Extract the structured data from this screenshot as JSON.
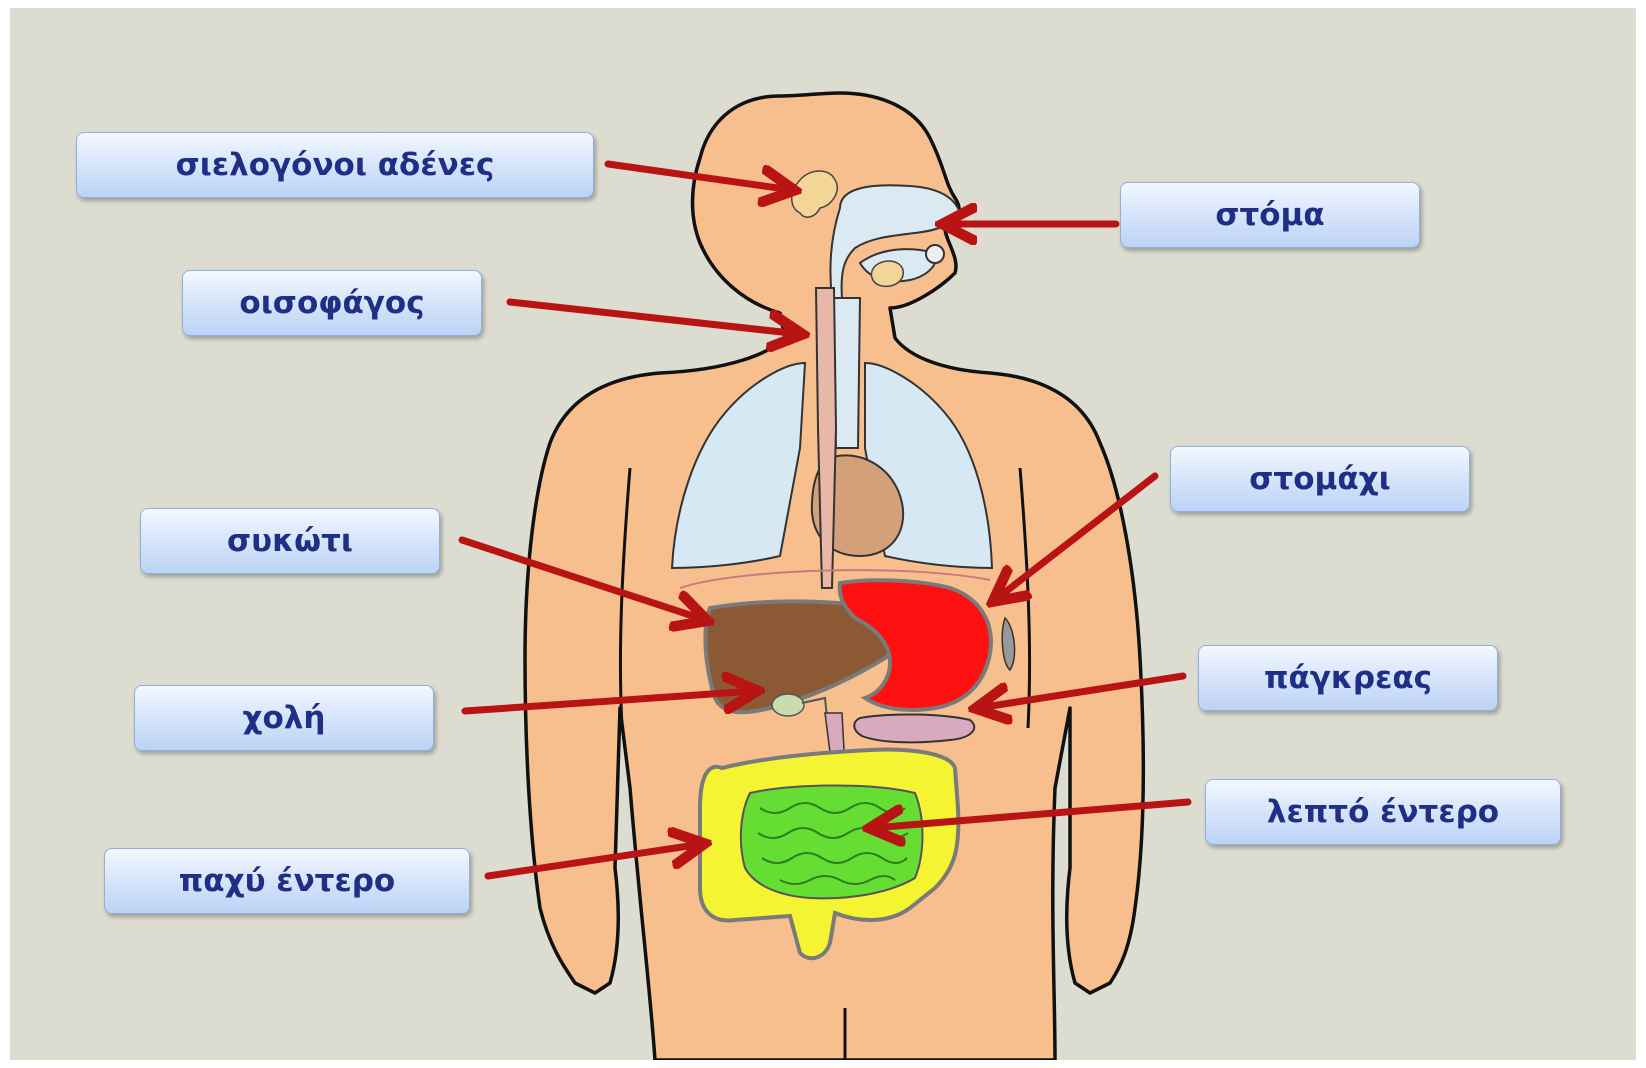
{
  "labels": {
    "salivary_glands": "σιελογόνοι αδένες",
    "esophagus": "οισοφάγος",
    "liver": "συκώτι",
    "bile": "χολή",
    "large_intestine": "παχύ έντερο",
    "mouth": "στόμα",
    "stomach": "στομάχι",
    "pancreas": "πάγκρεας",
    "small_intestine": "λεπτό έντερο"
  },
  "colors": {
    "background": "#dcdcd0",
    "skin": "#f8bf8e",
    "arrow": "#b81414",
    "label_text": "#1f2f86",
    "liver": "#8b5a34",
    "stomach": "#ff0000",
    "small_intestine": "#66dd33",
    "large_intestine": "#f4f432",
    "lungs": "#d6e8f4",
    "heart": "#d4a07a",
    "pancreas": "#d9a9bd",
    "gallbladder": "#c9dcb0"
  }
}
